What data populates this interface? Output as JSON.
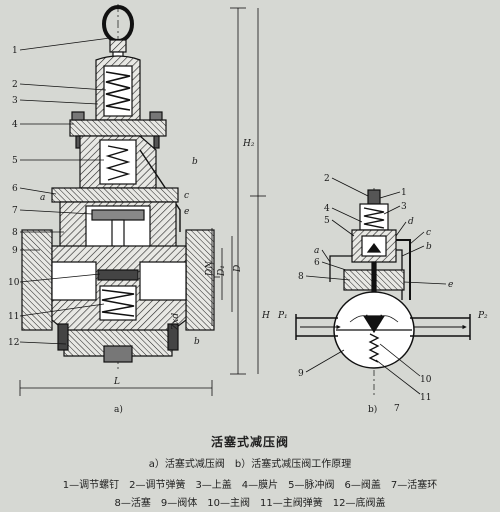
{
  "figure": {
    "title": "活塞式减压阀",
    "subtitle": "a）活塞式减压阀　b）活塞式减压阀工作原理",
    "legend_line1": "1—调节螺钉　2—调节弹簧　3—上盖　4—膜片　5—脉冲阀　6—阀盖　7—活塞环",
    "legend_line2": "8—活塞　9—阀体　10—主阀　11—主阀弹簧　12—底阀盖"
  },
  "diagram_a": {
    "sublabel": "a)",
    "parts": [
      "1",
      "2",
      "3",
      "4",
      "5",
      "6",
      "7",
      "8",
      "9",
      "10",
      "11",
      "12"
    ],
    "letters": [
      "a",
      "b",
      "c",
      "e"
    ],
    "dims": [
      "H₂",
      "H",
      "L",
      "DN",
      "D₁",
      "D",
      "Zxd",
      "b"
    ]
  },
  "diagram_b": {
    "sublabel": "b)",
    "parts": [
      "1",
      "2",
      "3",
      "4",
      "5",
      "6",
      "7",
      "8",
      "9",
      "10",
      "11"
    ],
    "letters": [
      "a",
      "b",
      "c",
      "d",
      "e"
    ],
    "pressures": [
      "P₁",
      "P₂"
    ]
  }
}
